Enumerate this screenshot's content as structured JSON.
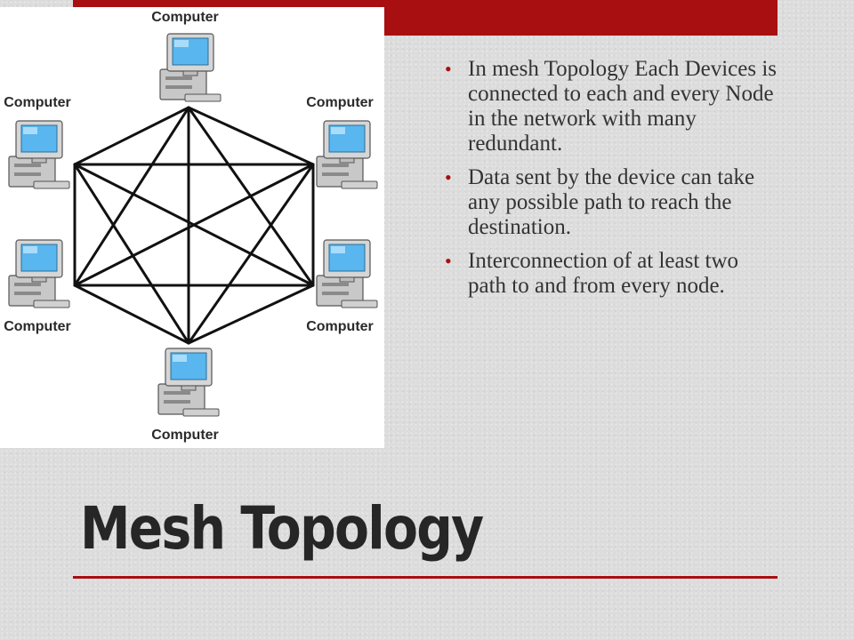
{
  "diagram": {
    "nodes": [
      {
        "id": "top",
        "label": "Computer"
      },
      {
        "id": "upper-right",
        "label": "Computer"
      },
      {
        "id": "lower-right",
        "label": "Computer"
      },
      {
        "id": "bottom",
        "label": "Computer"
      },
      {
        "id": "lower-left",
        "label": "Computer"
      },
      {
        "id": "upper-left",
        "label": "Computer"
      }
    ],
    "links": "full-mesh"
  },
  "bullets": [
    "In mesh Topology Each Devices is connected to each and every Node in the network with many redundant.",
    "Data sent by the device can take any possible path to reach the destination.",
    "Interconnection of at least two path to and from every node."
  ],
  "title": "Mesh Topology",
  "colors": {
    "accent": "#a80f10",
    "background": "#dcdcdc"
  }
}
